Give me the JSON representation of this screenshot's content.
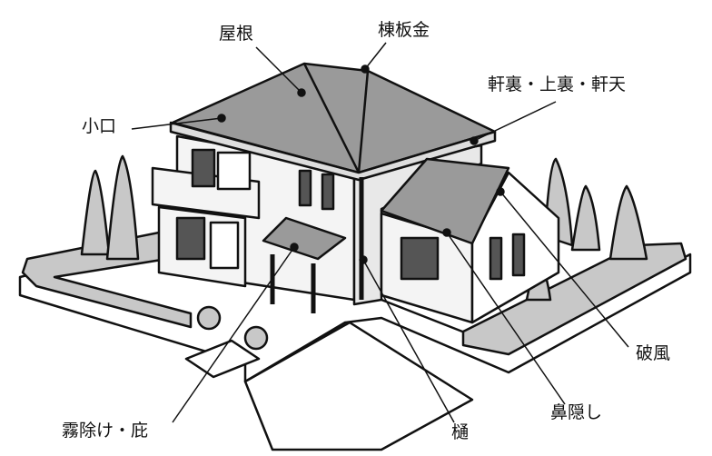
{
  "title": "住宅各部名称",
  "labels": {
    "roof": "屋根",
    "ridge_cover": "棟板金",
    "eaves_soffit": "軒裏・上裏・軒天",
    "koguchi": "小口",
    "bargeboard": "破風",
    "fascia": "鼻隠し",
    "gutter": "樋",
    "canopy": "霧除け・庇"
  },
  "colors": {
    "line": "#111111",
    "roof": "#9a9a9a",
    "wall": "#f4f4f4",
    "hedge": "#c8c8c8",
    "window": "#555555"
  }
}
